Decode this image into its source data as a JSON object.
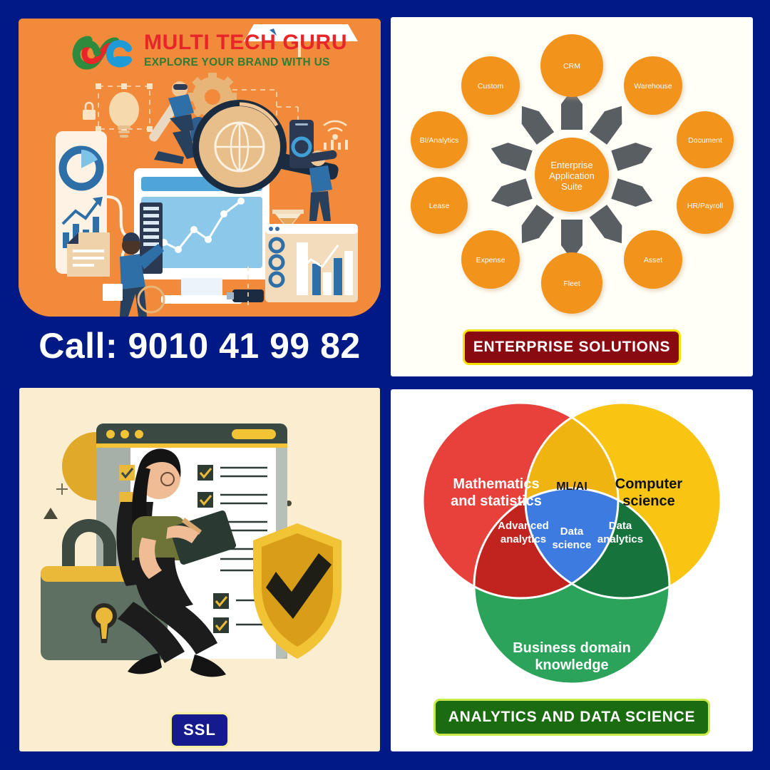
{
  "background_color": "#001A85",
  "panels": {
    "top_left": {
      "name": "branding-promo-panel",
      "background": "#F28A3C",
      "logo": {
        "icon": "infinity-logo-icon",
        "colors": [
          "#2E8B3D",
          "#E8262A",
          "#1E9AD6"
        ]
      },
      "brand_name": "MULTI TECH GURU",
      "brand_name_color": "#E8262A",
      "tagline": "EXPLORE YOUR BRAND WITH US",
      "tagline_color": "#2E7D33",
      "call_to_action": "Call: 9010 41 99 82",
      "illustration": "digital-marketing-analytics-illustration"
    },
    "top_right": {
      "name": "enterprise-solutions-panel",
      "background": "#FFFEF7",
      "banner_label": "ENTERPRISE SOLUTIONS",
      "banner_fill": "#8A0A12",
      "banner_border": "#F6E000",
      "diagram": {
        "type": "hub-and-spoke",
        "center_label": "Enterprise Application Suite",
        "center_lines": [
          "Enterprise",
          "Application",
          "Suite"
        ],
        "node_fill": "#F2931E",
        "arrow_fill": "#595E63",
        "nodes": [
          {
            "label": "CRM"
          },
          {
            "label": "Custom"
          },
          {
            "label": "Warehouse"
          },
          {
            "label": "BI/Analytics"
          },
          {
            "label": "Document"
          },
          {
            "label": "Lease"
          },
          {
            "label": "HR/Payroll"
          },
          {
            "label": "Expense"
          },
          {
            "label": "Asset"
          },
          {
            "label": "Fleet"
          }
        ]
      }
    },
    "bottom_left": {
      "name": "ssl-security-panel",
      "background": "#FAEDD0",
      "badge_label": "SSL",
      "badge_fill": "#151B8D",
      "badge_border": "#F6F0A0",
      "illustration": "woman-with-padlock-checklist-shield-illustration"
    },
    "bottom_right": {
      "name": "analytics-data-science-panel",
      "background": "#FFFFFF",
      "banner_label": "ANALYTICS AND DATA SCIENCE",
      "banner_fill": "#1B6B11",
      "banner_border": "#C9E84A"
    }
  },
  "chart_data": {
    "type": "venn",
    "title": "Data science Venn diagram",
    "sets": [
      {
        "name": "Mathematics and statistics",
        "lines": [
          "Mathematics",
          "and statistics"
        ],
        "color": "#E8413C",
        "text_color": "#FFFFFF"
      },
      {
        "name": "Computer science",
        "lines": [
          "Computer",
          "science"
        ],
        "color": "#F9C412",
        "text_color": "#111111"
      },
      {
        "name": "Business domain knowledge",
        "lines": [
          "Business domain",
          "knowledge"
        ],
        "color": "#2CA35A",
        "text_color": "#FFFFFF"
      }
    ],
    "intersections": [
      {
        "name": "ML/AI",
        "lines": [
          "ML/AI"
        ],
        "sets": [
          "Mathematics and statistics",
          "Computer science"
        ],
        "color": "#F0B410",
        "text_color": "#111111"
      },
      {
        "name": "Advanced analytics",
        "lines": [
          "Advanced",
          "analytics"
        ],
        "sets": [
          "Mathematics and statistics",
          "Business domain knowledge"
        ],
        "color": "#C1241F",
        "text_color": "#FFFFFF"
      },
      {
        "name": "Data analytics",
        "lines": [
          "Data",
          "analytics"
        ],
        "sets": [
          "Computer science",
          "Business domain knowledge"
        ],
        "color": "#17733C",
        "text_color": "#FFFFFF"
      },
      {
        "name": "Data science",
        "lines": [
          "Data",
          "science"
        ],
        "sets": [
          "Mathematics and statistics",
          "Computer science",
          "Business domain knowledge"
        ],
        "color": "#3E7BE0",
        "text_color": "#FFFFFF"
      }
    ],
    "legend": "none",
    "grid": false
  }
}
